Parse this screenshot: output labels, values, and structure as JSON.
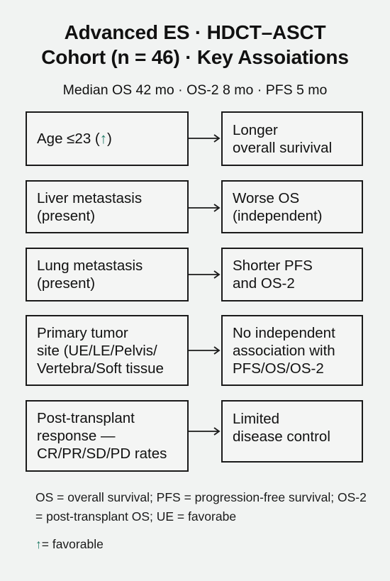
{
  "title": {
    "line1": "Advanced ES · HDCT–ASCT",
    "line2": "Cohort (n = 46) · Key Assoiations"
  },
  "subtitle": "Median OS 42 mo · OS-2 8 mo · PFS 5 mo",
  "rows": [
    {
      "left": [
        "Age ≤23 (",
        ")"
      ],
      "left_icon": "up-arrow-icon",
      "left_icon_glyph": "↑",
      "right": [
        "Longer",
        "overall surivival"
      ]
    },
    {
      "left": [
        "Liver metastasis",
        "(present)"
      ],
      "right": [
        "Worse OS",
        "(independent)"
      ]
    },
    {
      "left": [
        "Lung metastasis",
        "(present)"
      ],
      "right": [
        "Shorter PFS",
        "and OS-2"
      ]
    },
    {
      "left": [
        "Primary tumor",
        "site (UE/LE/Pelvis/",
        "Vertebra/Soft tissue"
      ],
      "right": [
        "No independent",
        "association with",
        "PFS/OS/OS-2"
      ]
    },
    {
      "left": [
        "Post-transplant",
        "response —",
        "CR/PR/SD/PD rates"
      ],
      "right": [
        "Limited",
        "disease control"
      ]
    }
  ],
  "footnote": "OS = overall survival; PFS = progression-free survival; OS-2 = post-transplant OS; UE = favorabe",
  "legend": {
    "glyph": "↑",
    "text": "= favorable"
  },
  "colors": {
    "accent": "#1f7a66",
    "border": "#1a1a1a",
    "background": "#f1f3f2"
  }
}
